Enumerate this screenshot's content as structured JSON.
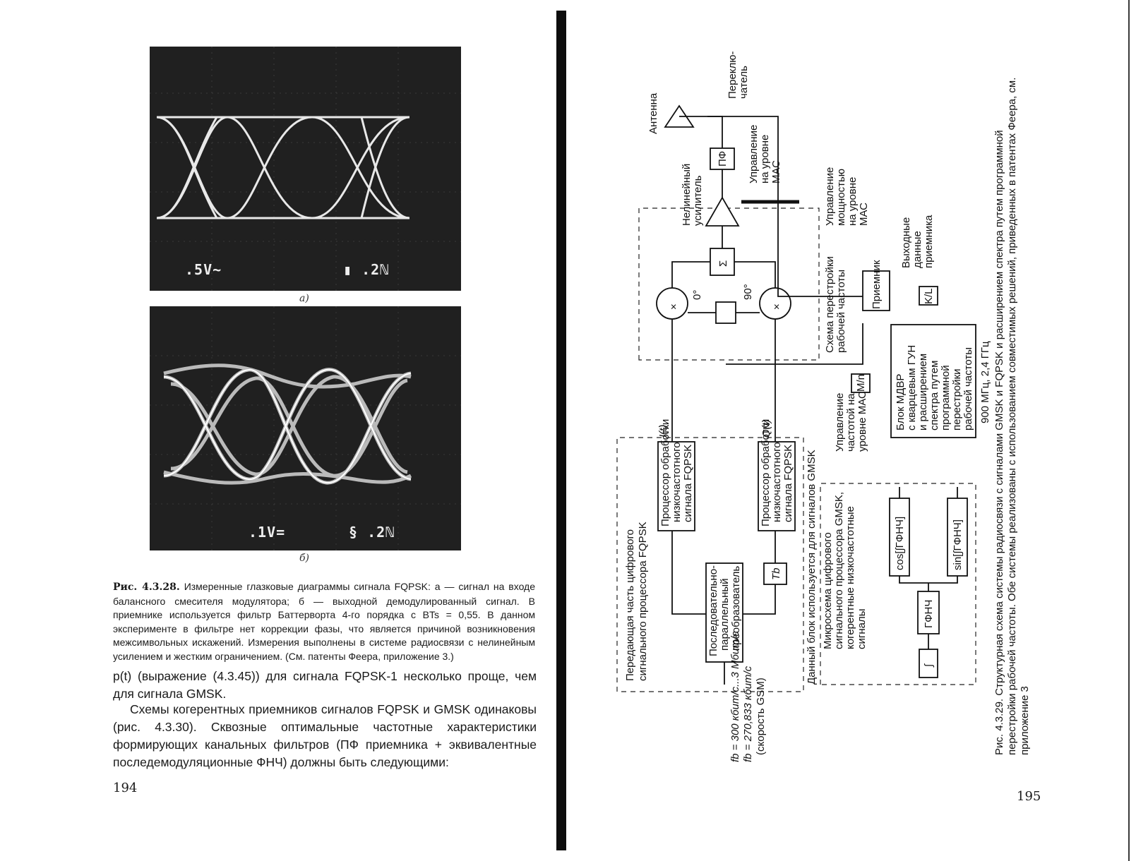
{
  "left_page": {
    "scope_a": {
      "volt_label": ".5V~",
      "time_label": "▮ .2ℕ",
      "sublabel": "a)"
    },
    "scope_b": {
      "volt_label": ".1V=",
      "time_label": "§ .2ℕ",
      "sublabel": "б)"
    },
    "caption": {
      "fig_label": "Рис. 4.3.28.",
      "text": "Измеренные глазковые диаграммы сигнала FQPSK: a — сигнал на входе балансного смесителя модулятора; б — выходной демодулированный сигнал. В приемнике используется фильтр Баттерворта 4-го порядка с BTs = 0,55. В данном эксперименте в фильтре нет коррекции фазы, что является причиной возникновения межсимвольных искажений. Измерения выполнены в системе радиосвязи с нелинейным усилением и жестким ограничением. (См. патенты Феера, приложение 3.)"
    },
    "paragraph_1": "p(t) (выражение (4.3.45)) для сигнала FQPSK-1 несколько проще, чем для сигнала GMSK.",
    "paragraph_2": "Схемы когерентных приемников сигналов FQPSK и GMSK одинаковы (рис. 4.3.30). Сквозные оптимальные частотные характеристики формирующих канальных фильтров (ПФ приемника + эквивалентные последемодуляционные ФНЧ) должны быть следующими:",
    "page_number": "194"
  },
  "right_page": {
    "page_number": "195",
    "diagram": {
      "antenna": "Антенна",
      "switch": [
        "Переклю-",
        "чатель"
      ],
      "bpf": "ПФ",
      "mac_control": [
        "Управление",
        "на уровне",
        "МАС"
      ],
      "amp": [
        "Нелинейный",
        "усилитель"
      ],
      "power_control": [
        "Управление",
        "мощностью",
        "на уровне",
        "МАС"
      ],
      "sum": "Σ",
      "retune": [
        "Схема перестройки",
        "рабочей частоты"
      ],
      "receiver": "Приемник",
      "output": [
        "Выходные",
        "данные",
        "приемника"
      ],
      "kl": "K/L",
      "mn": "M/n",
      "deg0": "0°",
      "deg90": "90°",
      "mult": "×",
      "i_label": "I(t)",
      "q_label": "Q(t)",
      "tx_part": [
        "Передающая часть цифрового",
        "сигнального процессора FQPSK"
      ],
      "proc_i": [
        "Процессор обработки",
        "низкочастотного",
        "сигнала FQPSK"
      ],
      "proc_q": [
        "Процессор обработки",
        "низкочастотного",
        "сигнала FQPSK"
      ],
      "sp": [
        "Последовательно-",
        "параллельный",
        "преобразователь"
      ],
      "tb": "Tb",
      "freq_control": [
        "Управление",
        "частотой на-",
        "уровне МАС"
      ],
      "vco_block": [
        "Блок МДВР",
        "с кварцевым ГУН",
        "и расширением",
        "спектра путем",
        "программной",
        "перестройки",
        "рабочей частоты"
      ],
      "band": "900 МГц, 2,4 ГГц",
      "gmsk_note": "Данный блок используется для сигналов GMSK",
      "gmsk_chip": [
        "Микросхема цифрового",
        "сигнального процессора GMSK,",
        "когерентные низкочастотные",
        "сигналы"
      ],
      "gfnch": "ГФНЧ",
      "cos_f": "cos[∫ГФНЧ]",
      "sin_f": "sin[∫ГФНЧ]",
      "integ": "∫",
      "rate1": "fb = 300 кбит/с...3 Мбит/с",
      "rate2": "fb = 270,833 кбит/с",
      "rate3": "(скорость GSM)"
    },
    "caption": {
      "line1": "Рис. 4.3.29. Структурная схема системы радиосвязи с сигналами GMSK и FQPSK и расширением спектра путем программной",
      "line2": "перестройки рабочей частоты. Обе системы реализованы с использованием совместимых решений, приведенных в патентах Феера, см.",
      "line3": "приложение 3"
    }
  }
}
